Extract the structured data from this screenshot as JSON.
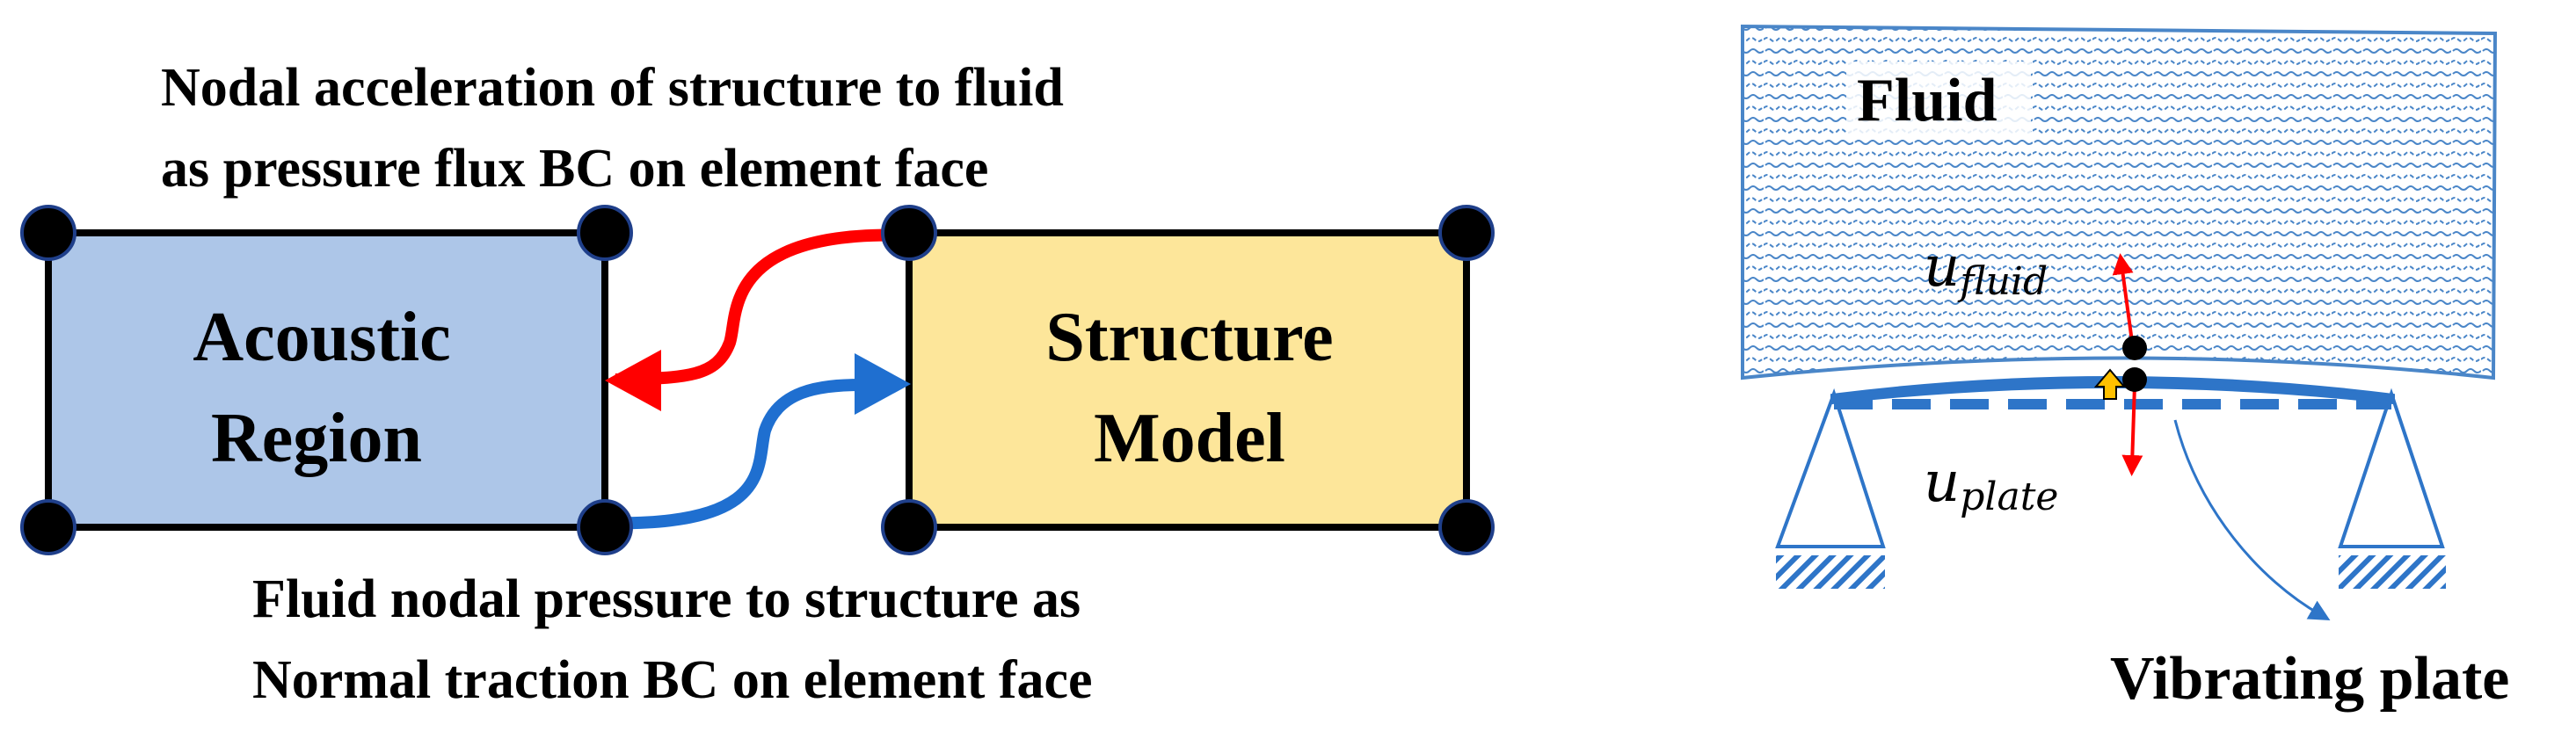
{
  "left_diagram": {
    "top_caption_line1": "Nodal acceleration of structure to fluid",
    "top_caption_line2": "as pressure flux BC on element face",
    "acoustic_box_line1": "Acoustic",
    "acoustic_box_line2": "Region",
    "structure_box_line1": "Structure",
    "structure_box_line2": "Model",
    "bottom_caption_line1": "Fluid nodal pressure to structure as",
    "bottom_caption_line2": "Normal traction BC on element face"
  },
  "right_diagram": {
    "fluid_label": "Fluid",
    "u_fluid_base": "u",
    "u_fluid_sub": "fluid",
    "u_plate_base": "u",
    "u_plate_sub": "plate",
    "plate_caption": "Vibrating plate"
  },
  "colors": {
    "acoustic_fill": "#adc6e8",
    "structure_fill": "#fde69a",
    "red_arrow": "#ff0000",
    "blue_arrow": "#1f6fd0",
    "plate_blue": "#2e75c8",
    "fluid_blue": "#4a86c8",
    "node_black": "#000000",
    "yellow_arrow": "#ffc000"
  }
}
